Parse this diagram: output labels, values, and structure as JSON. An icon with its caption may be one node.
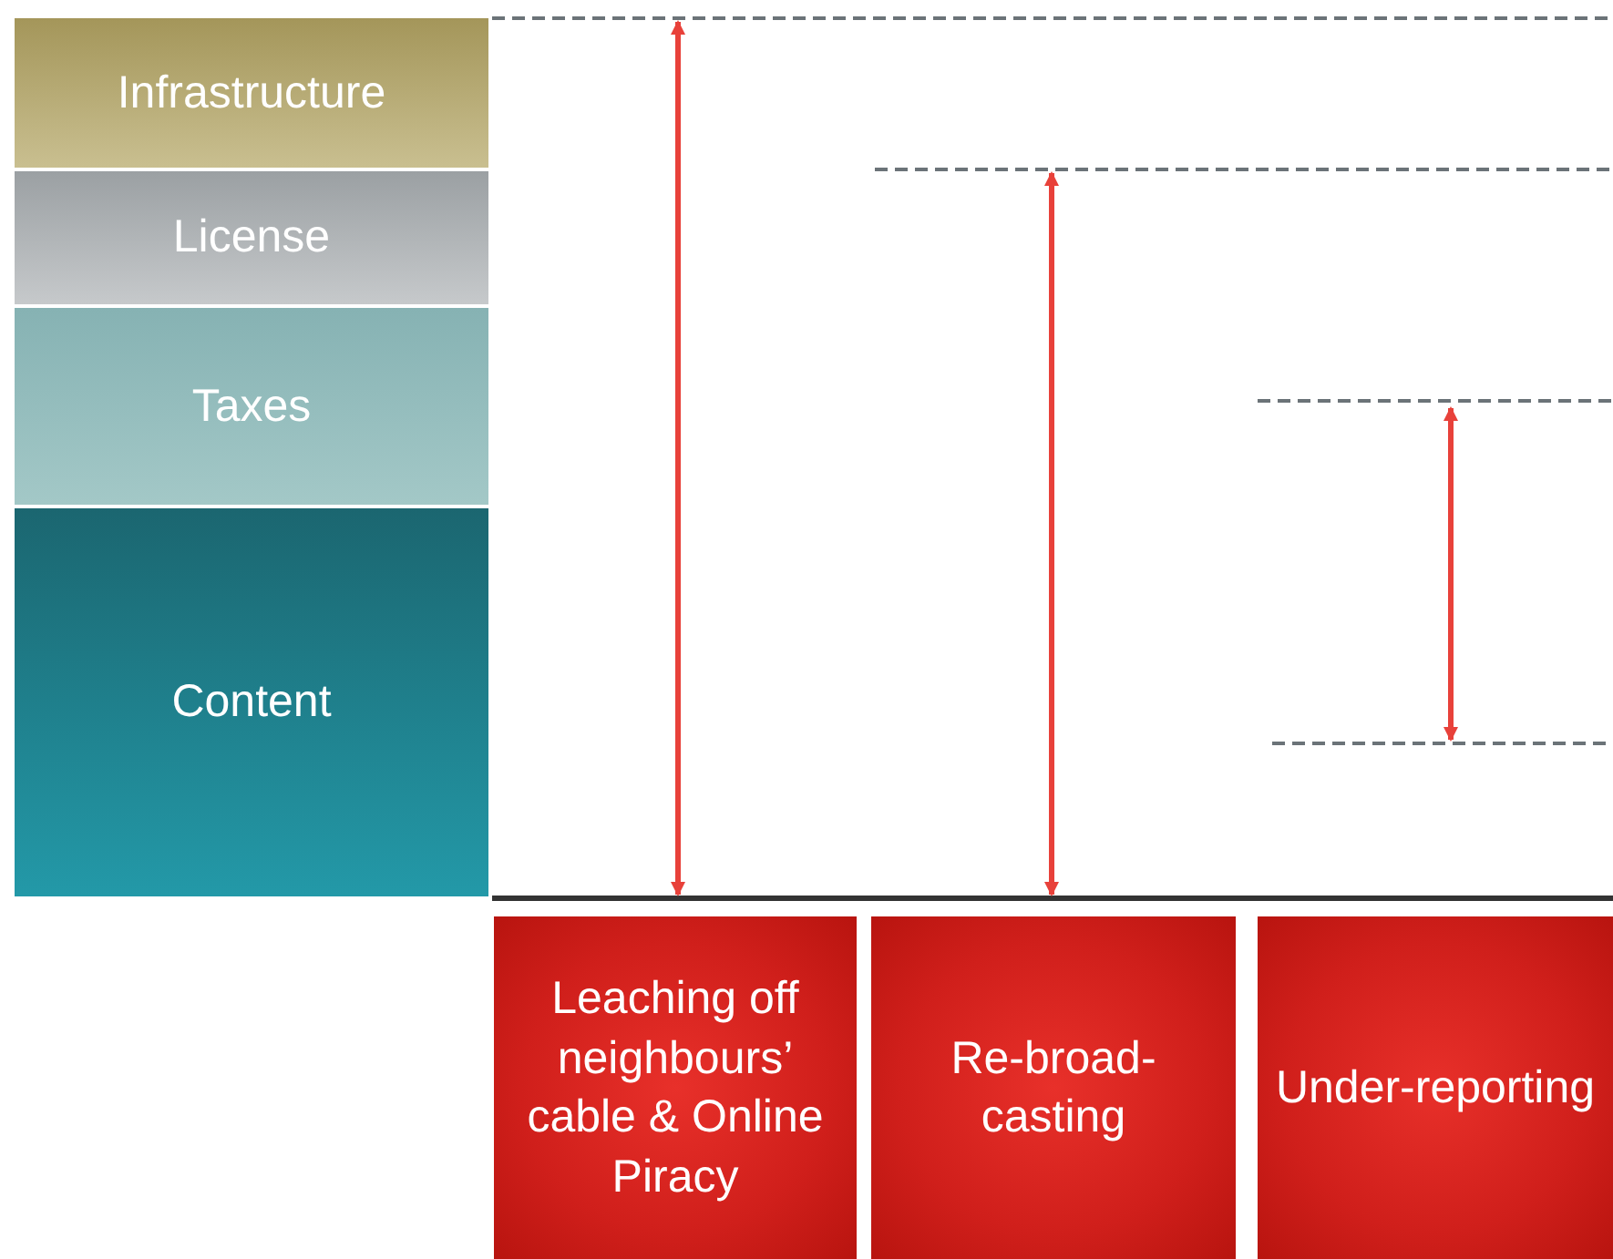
{
  "diagram": {
    "nodes": [
      {
        "text": [
          "Infrastructure"
        ]
      },
      {
        "text": [
          "License"
        ]
      },
      {
        "text": [
          "Taxes"
        ]
      },
      {
        "text": [
          "Content"
        ]
      },
      {
        "text": [
          "Leaching off neighbours’ cable & Online Piracy"
        ]
      },
      {
        "text": [
          "Re-broad-casting"
        ]
      },
      {
        "text": [
          "Under-reporting"
        ]
      }
    ]
  }
}
